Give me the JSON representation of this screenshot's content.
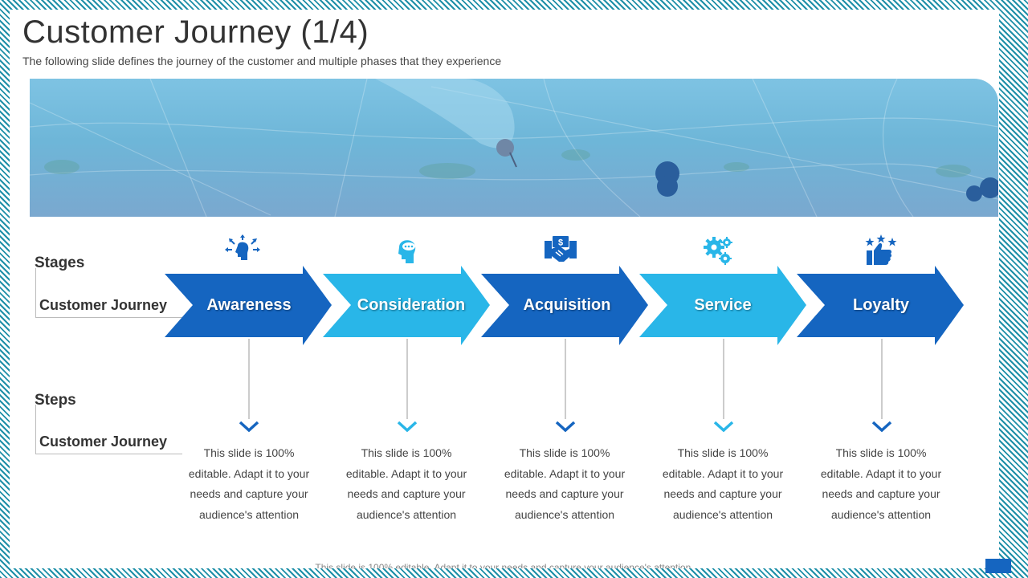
{
  "slide": {
    "title": "Customer Journey (1/4)",
    "subtitle": "The following slide defines the journey of the customer and multiple phases that they experience",
    "footer_note": "This slide is 100% editable. Adapt it to your needs and capture your audience's attention."
  },
  "rows": {
    "stages_label": "Stages",
    "stages_sub": "Customer Journey",
    "steps_label": "Steps",
    "steps_sub": "Customer Journey"
  },
  "stages": [
    {
      "label": "Awareness",
      "icon": "idea-head-icon",
      "color": "#1565c0",
      "step_text": "This slide is 100% editable. Adapt it to your needs and capture your audience's attention"
    },
    {
      "label": "Consideration",
      "icon": "thinking-head-icon",
      "color": "#29b6e8",
      "step_text": "This slide is 100% editable. Adapt it to your needs and capture your audience's attention"
    },
    {
      "label": "Acquisition",
      "icon": "handshake-money-icon",
      "color": "#1565c0",
      "step_text": "This slide is 100% editable. Adapt it to your needs and capture your audience's attention"
    },
    {
      "label": "Service",
      "icon": "gears-icon",
      "color": "#29b6e8",
      "step_text": "This slide is 100% editable. Adapt it to your needs and capture your audience's attention"
    },
    {
      "label": "Loyalty",
      "icon": "thumbs-up-stars-icon",
      "color": "#1565c0",
      "step_text": "This slide is 100% editable. Adapt it to your needs and capture your audience's attention"
    }
  ]
}
